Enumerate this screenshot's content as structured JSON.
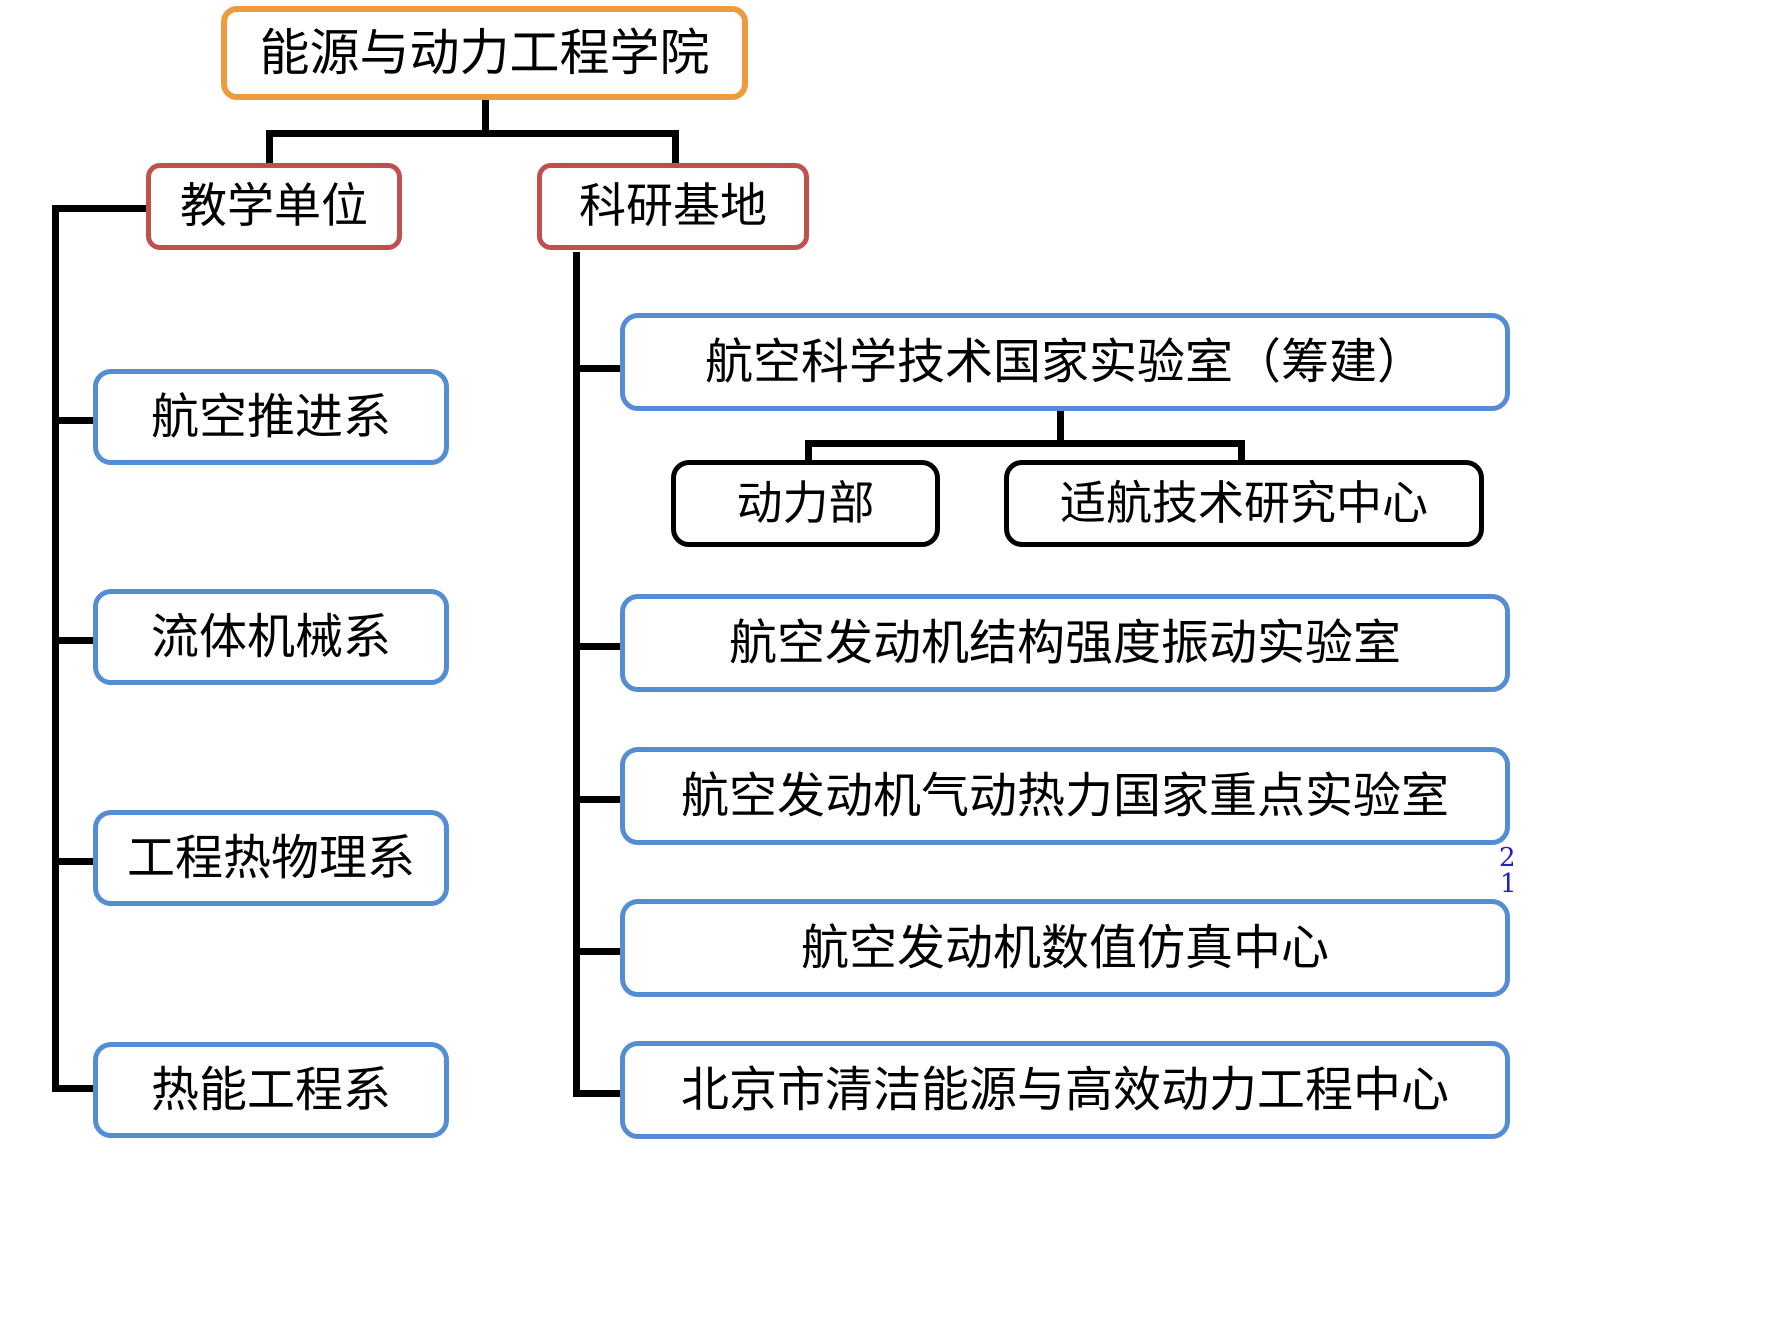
{
  "diagram": {
    "title": "能源与动力工程学院 组织结构图",
    "colors": {
      "root_border": "#ED9B40",
      "level1_border": "#C0504D",
      "level2_border": "#548DD4",
      "level3_border": "#000000",
      "connector": "#000000",
      "annotation": "#1F1FC8",
      "background": "#FFFFFF",
      "text": "#000000"
    },
    "root": {
      "label": "能源与动力工程学院"
    },
    "branches": [
      {
        "label": "教学单位",
        "children": [
          {
            "label": "航空推进系"
          },
          {
            "label": "流体机械系"
          },
          {
            "label": "工程热物理系"
          },
          {
            "label": "热能工程系"
          }
        ]
      },
      {
        "label": "科研基地",
        "children": [
          {
            "label": "航空科学技术国家实验室（筹建）",
            "children": [
              {
                "label": "动力部"
              },
              {
                "label": "适航技术研究中心"
              }
            ]
          },
          {
            "label": "航空发动机结构强度振动实验室"
          },
          {
            "label": "航空发动机气动热力国家重点实验室"
          },
          {
            "label": "航空发动机数值仿真中心"
          },
          {
            "label": "北京市清洁能源与高效动力工程中心"
          }
        ]
      }
    ],
    "annotations": [
      {
        "text": "2"
      },
      {
        "text": "1"
      }
    ]
  }
}
